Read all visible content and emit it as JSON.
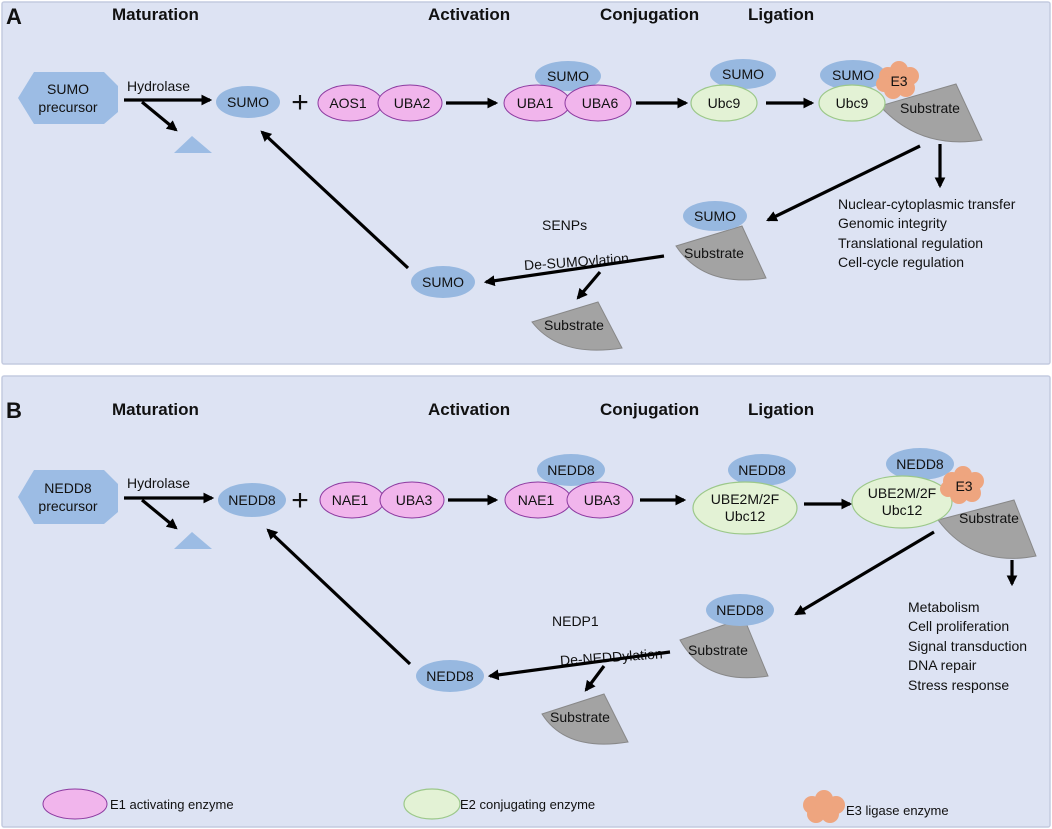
{
  "colors": {
    "panel_bg": "#dde3f3",
    "panel_border": "#c4cbe0",
    "modifier": "#97b8e0",
    "e1": "#f1b5ec",
    "e1_stroke": "#8c3aa0",
    "e2": "#e3f2d5",
    "e2_stroke": "#9cc88a",
    "e3": "#eea57f",
    "substrate": "#a3a3a3",
    "precursor": "#9cbce4",
    "arrow": "#000000"
  },
  "panels": [
    {
      "letter": "A",
      "stages": {
        "maturation": "Maturation",
        "activation": "Activation",
        "conjugation": "Conjugation",
        "ligation": "Ligation"
      },
      "precursor": [
        "SUMO",
        "precursor"
      ],
      "hydrolase": "Hydrolase",
      "modifier": "SUMO",
      "plus": "+",
      "e1_first": "AOS1",
      "e1_second": "UBA2",
      "conj_modifier": "SUMO",
      "conj_e1_first": "UBA1",
      "conj_e1_second": "UBA6",
      "e2_modifier": "SUMO",
      "e2": [
        "Ubc9"
      ],
      "lig_modifier": "SUMO",
      "lig_e2": [
        "Ubc9"
      ],
      "e3": "E3",
      "substrate": "Substrate",
      "outcomes": [
        "Nuclear-cytoplasmic transfer",
        "Genomic integrity",
        "Translational regulation",
        "Cell-cycle regulation"
      ],
      "protease": "SENPs",
      "deconjugation": "De-SUMOylation",
      "mod_substrate_modifier": "SUMO",
      "mod_substrate": "Substrate",
      "released_modifier": "SUMO",
      "free_substrate": "Substrate"
    },
    {
      "letter": "B",
      "stages": {
        "maturation": "Maturation",
        "activation": "Activation",
        "conjugation": "Conjugation",
        "ligation": "Ligation"
      },
      "precursor": [
        "NEDD8",
        "precursor"
      ],
      "hydrolase": "Hydrolase",
      "modifier": "NEDD8",
      "plus": "+",
      "e1_first": "NAE1",
      "e1_second": "UBA3",
      "conj_modifier": "NEDD8",
      "conj_e1_first": "NAE1",
      "conj_e1_second": "UBA3",
      "e2_modifier": "NEDD8",
      "e2": [
        "UBE2M/2F",
        "Ubc12"
      ],
      "lig_modifier": "NEDD8",
      "lig_e2": [
        "UBE2M/2F",
        "Ubc12"
      ],
      "e3": "E3",
      "substrate": "Substrate",
      "outcomes": [
        "Metabolism",
        "Cell proliferation",
        "Signal transduction",
        "DNA repair",
        "Stress response"
      ],
      "protease": "NEDP1",
      "deconjugation": "De-NEDDylation",
      "mod_substrate_modifier": "NEDD8",
      "mod_substrate": "Substrate",
      "released_modifier": "NEDD8",
      "free_substrate": "Substrate"
    }
  ],
  "legend": {
    "e1": "E1 activating enzyme",
    "e2": "E2 conjugating enzyme",
    "e3": "E3 ligase enzyme"
  }
}
